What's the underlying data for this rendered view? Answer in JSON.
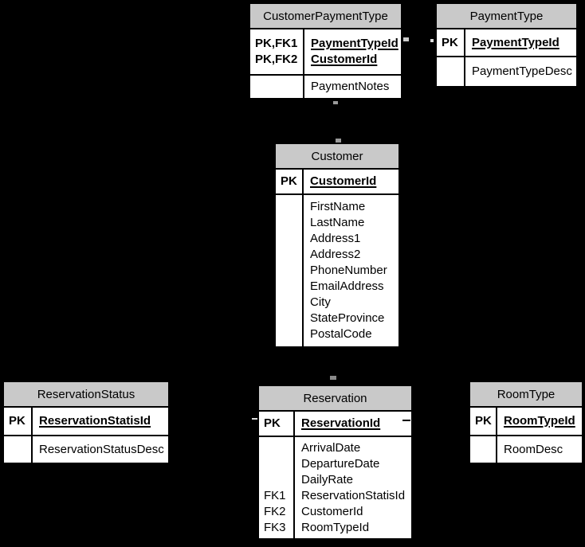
{
  "diagram": {
    "colors": {
      "background": "#000000",
      "header_bg": "#c9c9c9",
      "cell_bg": "#ffffff",
      "border": "#000000",
      "text": "#000000"
    },
    "tables": [
      {
        "title": "CustomerPaymentType",
        "key_rows": [
          {
            "key": "PK,FK1",
            "name": "PaymentTypeId"
          },
          {
            "key": "PK,FK2",
            "name": "CustomerId"
          }
        ],
        "attr_rows": [
          {
            "key": "",
            "name": "PaymentNotes"
          }
        ]
      },
      {
        "title": "PaymentType",
        "key_rows": [
          {
            "key": "PK",
            "name": "PaymentTypeId"
          }
        ],
        "attr_rows": [
          {
            "key": "",
            "name": "PaymentTypeDesc"
          }
        ]
      },
      {
        "title": "Customer",
        "key_rows": [
          {
            "key": "PK",
            "name": "CustomerId"
          }
        ],
        "attr_rows": [
          {
            "key": "",
            "name": "FirstName"
          },
          {
            "key": "",
            "name": "LastName"
          },
          {
            "key": "",
            "name": "Address1"
          },
          {
            "key": "",
            "name": "Address2"
          },
          {
            "key": "",
            "name": "PhoneNumber"
          },
          {
            "key": "",
            "name": "EmailAddress"
          },
          {
            "key": "",
            "name": "City"
          },
          {
            "key": "",
            "name": "StateProvince"
          },
          {
            "key": "",
            "name": "PostalCode"
          }
        ]
      },
      {
        "title": "ReservationStatus",
        "key_rows": [
          {
            "key": "PK",
            "name": "ReservationStatisId"
          }
        ],
        "attr_rows": [
          {
            "key": "",
            "name": "ReservationStatusDesc"
          }
        ]
      },
      {
        "title": "Reservation",
        "key_rows": [
          {
            "key": "PK",
            "name": "ReservationId"
          }
        ],
        "attr_rows": [
          {
            "key": "",
            "name": "ArrivalDate"
          },
          {
            "key": "",
            "name": "DepartureDate"
          },
          {
            "key": "",
            "name": "DailyRate"
          },
          {
            "key": "FK1",
            "name": "ReservationStatisId"
          },
          {
            "key": "FK2",
            "name": "CustomerId"
          },
          {
            "key": "FK3",
            "name": "RoomTypeId"
          }
        ]
      },
      {
        "title": "RoomType",
        "key_rows": [
          {
            "key": "PK",
            "name": "RoomTypeId"
          }
        ],
        "attr_rows": [
          {
            "key": "",
            "name": "RoomDesc"
          }
        ]
      }
    ]
  }
}
